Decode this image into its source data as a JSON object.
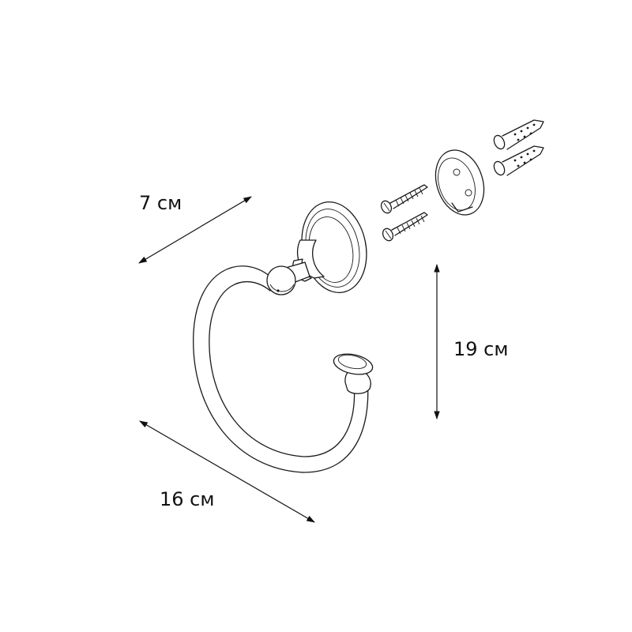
{
  "dimensions": {
    "depth": "7 см",
    "height": "19 см",
    "width": "16 см"
  }
}
